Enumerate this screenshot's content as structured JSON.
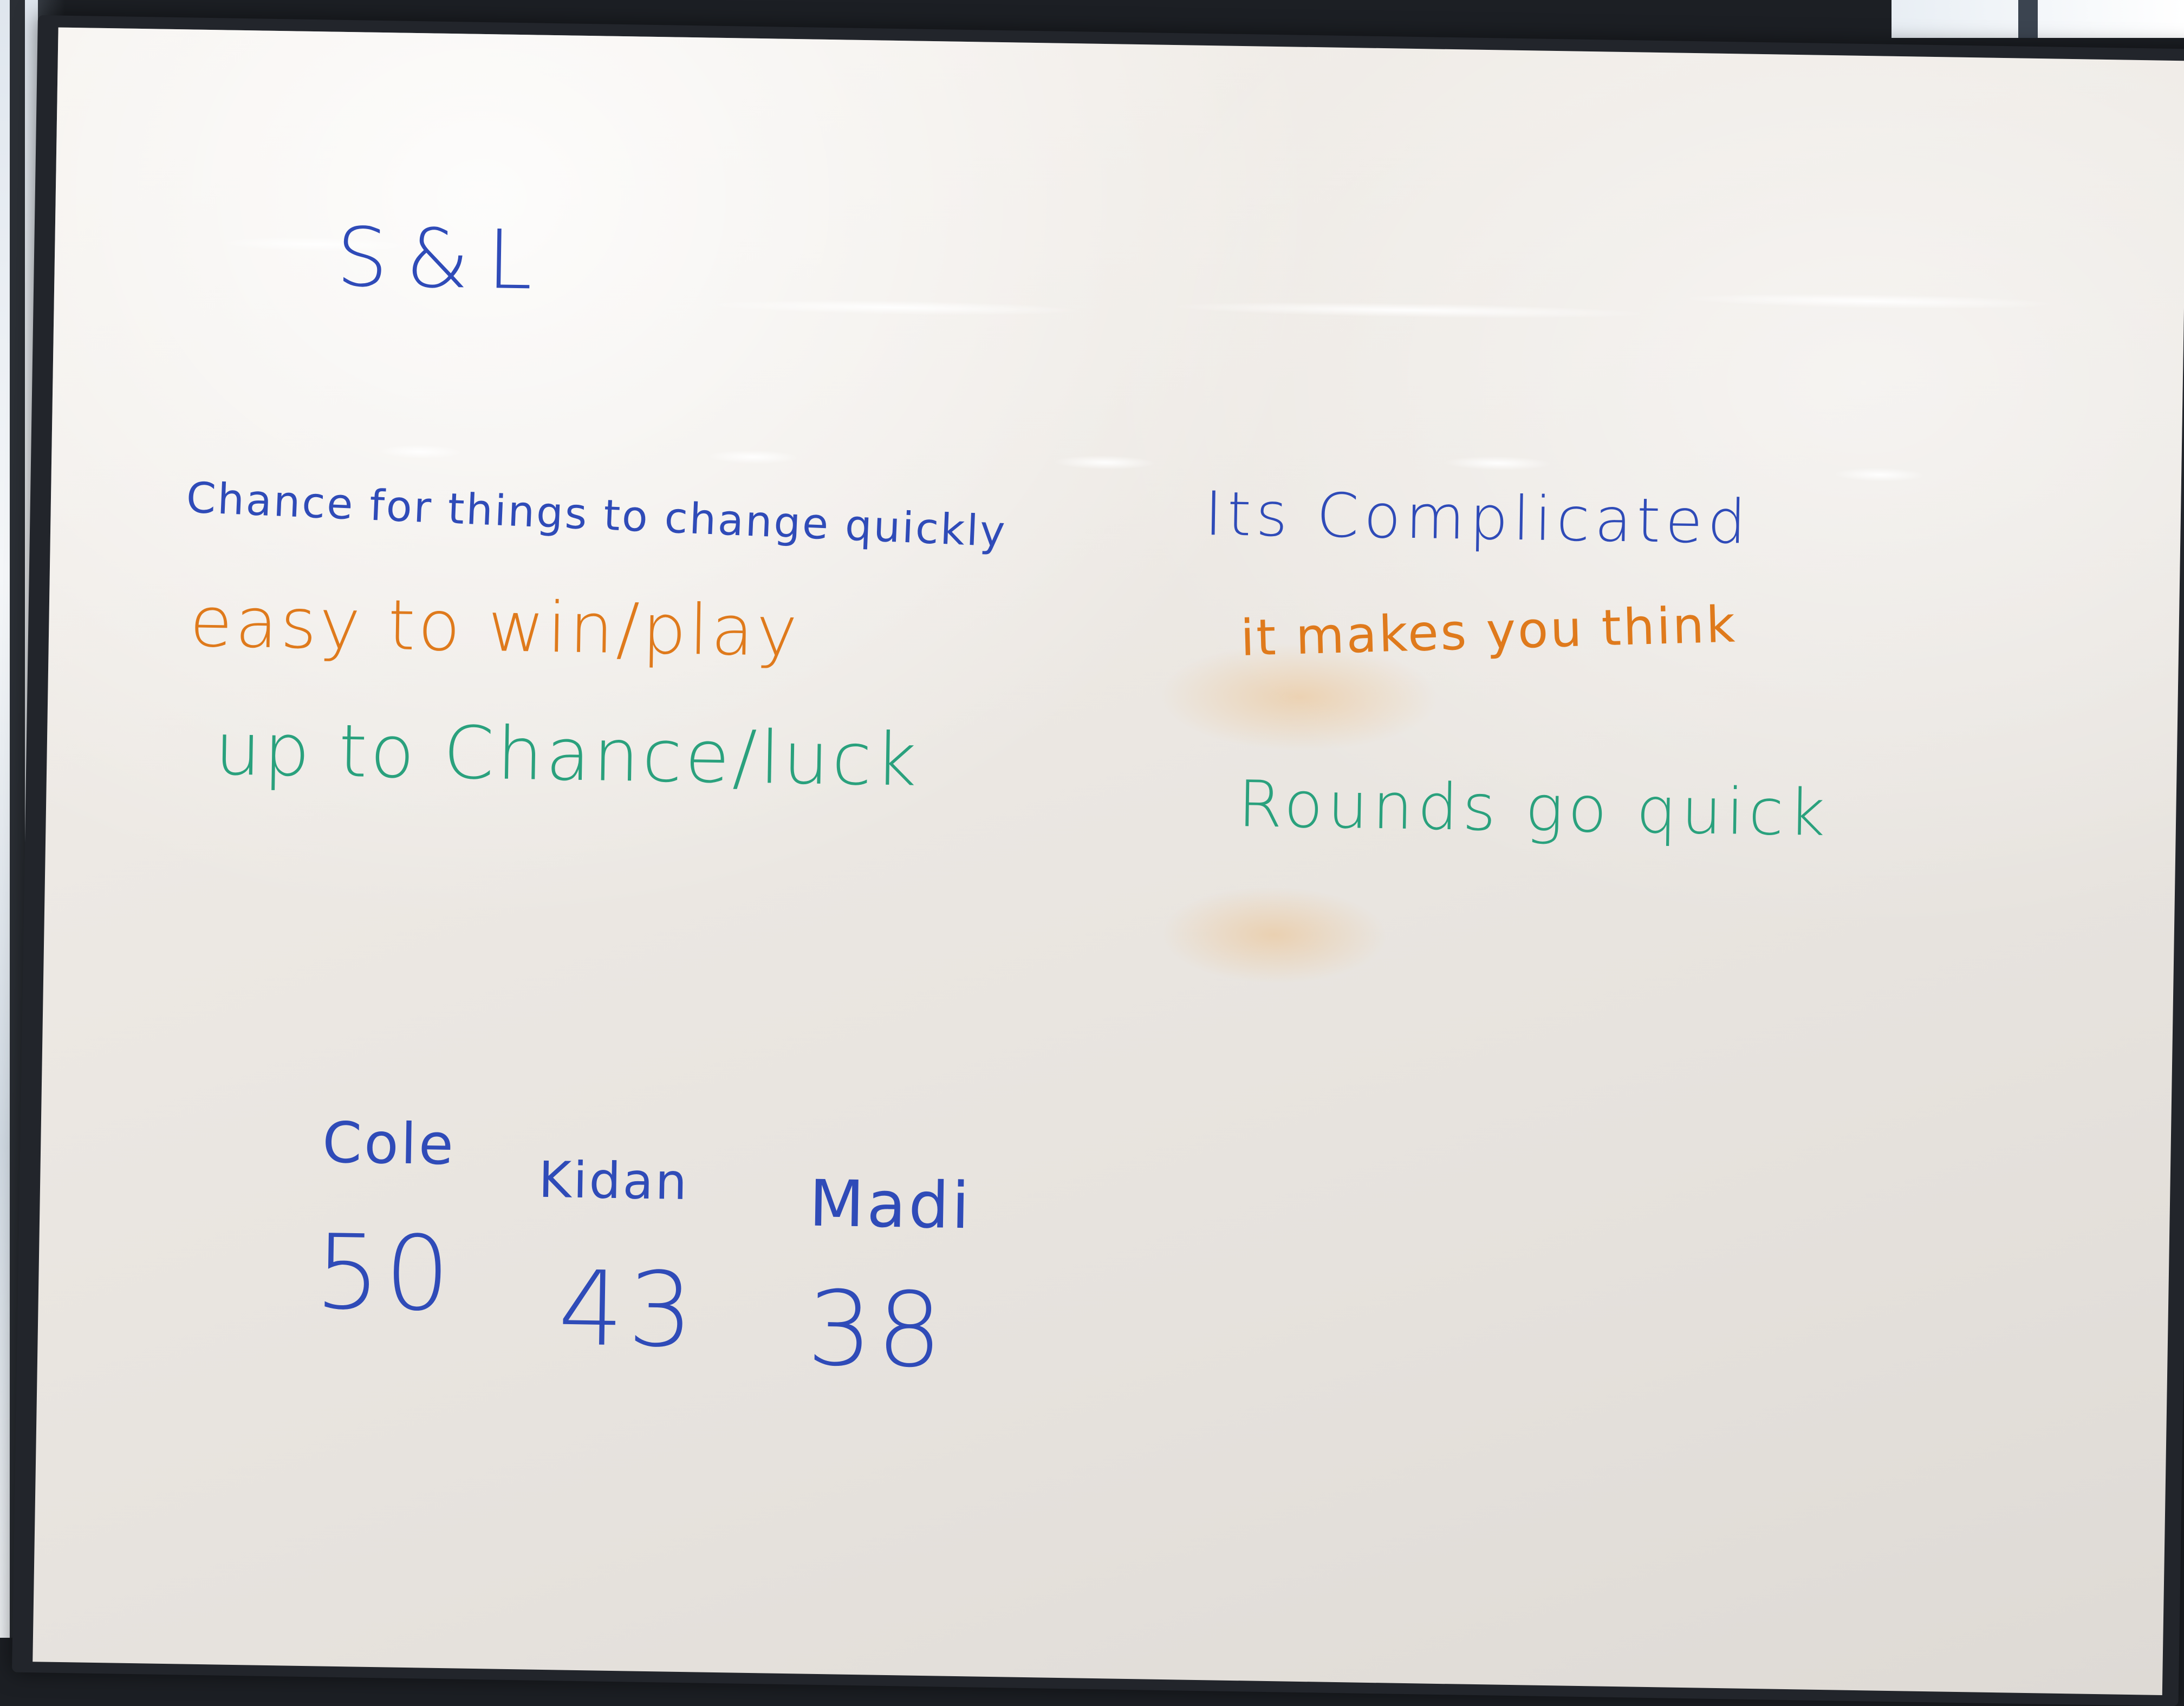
{
  "board": {
    "title": "S&L",
    "left_column": {
      "line1": "Chance for things to change quickly",
      "line2": "easy to win/play",
      "line3": "up to Chance/luck"
    },
    "right_column": {
      "line1": "Its Complicated",
      "line2": "it makes you think",
      "line3": "Rounds go quick"
    },
    "scores": [
      {
        "name": "Cole",
        "score": "50"
      },
      {
        "name": "Kidan",
        "score": "43"
      },
      {
        "name": "Madi",
        "score": "38"
      }
    ]
  },
  "colors": {
    "blue_marker": "#2f4bb8",
    "orange_marker": "#df7a1c",
    "green_marker": "#2aa17d",
    "frame": "#22252b",
    "surface": "#ece8e3"
  }
}
